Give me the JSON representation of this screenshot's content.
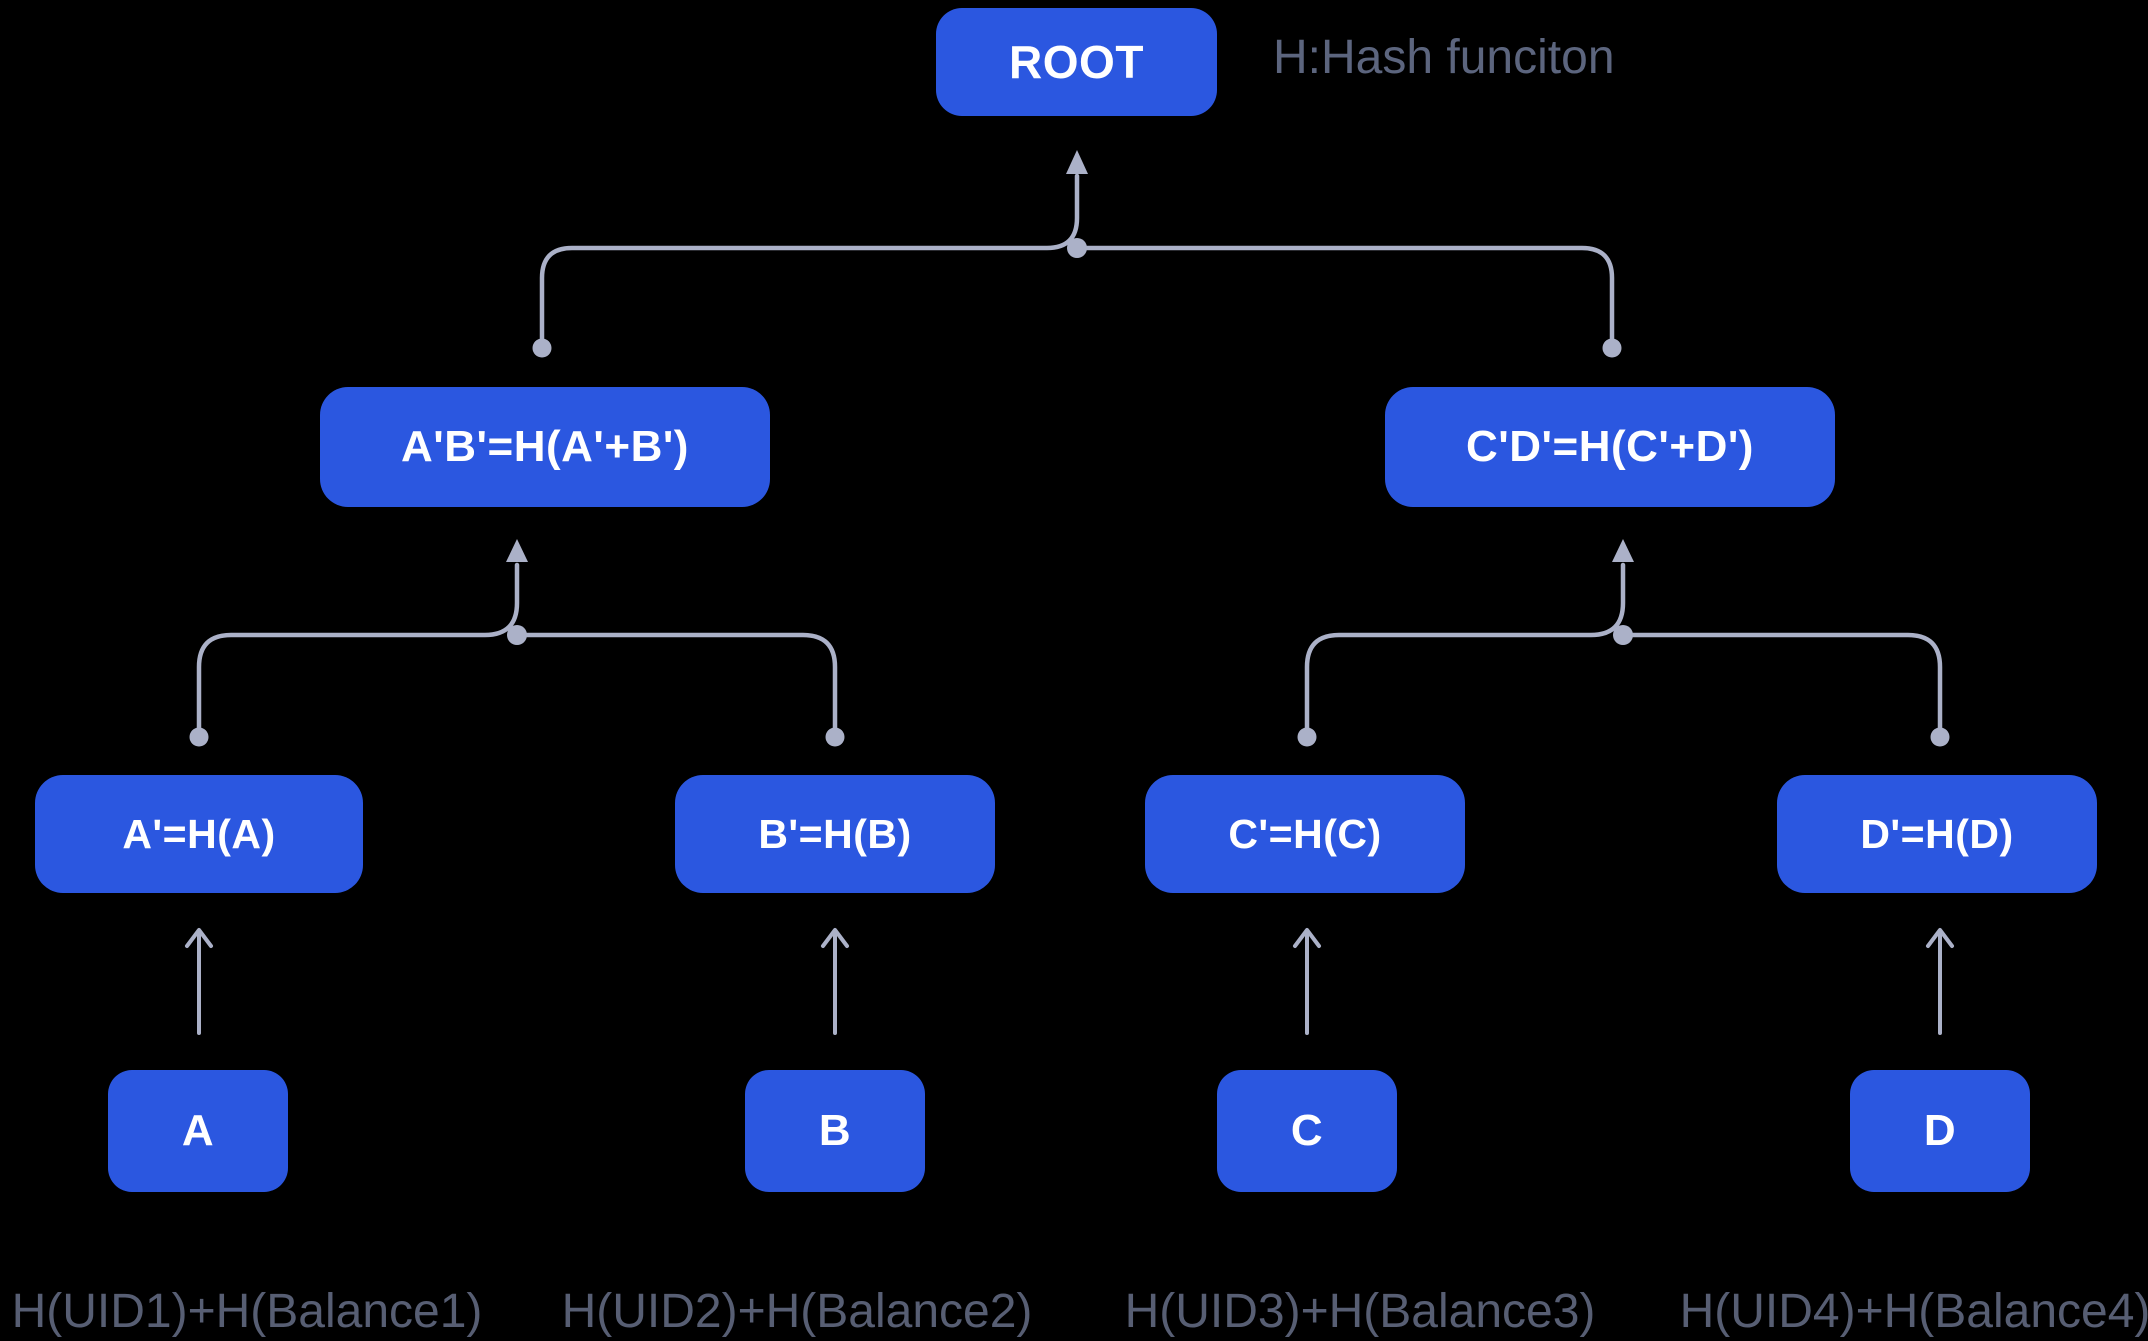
{
  "diagram": {
    "title_note": "H:Hash funciton",
    "type": "merkle-tree"
  },
  "colors": {
    "background": "#000000",
    "node_fill": "#2B57E0",
    "node_text": "#FFFFFF",
    "connector": "#ABB1C8",
    "note_text": "#5C657E",
    "bottom_label_text": "#575E73"
  },
  "nodes": {
    "root": {
      "label": "ROOT"
    },
    "level1": [
      {
        "label": "A'B'=H(A'+B')"
      },
      {
        "label": "C'D'=H(C'+D')"
      }
    ],
    "level2": [
      {
        "label": "A'=H(A)"
      },
      {
        "label": "B'=H(B)"
      },
      {
        "label": "C'=H(C)"
      },
      {
        "label": "D'=H(D)"
      }
    ],
    "leaves": [
      {
        "label": "A"
      },
      {
        "label": "B"
      },
      {
        "label": "C"
      },
      {
        "label": "D"
      }
    ]
  },
  "bottom_labels": [
    "H(UID1)+H(Balance1)",
    "H(UID2)+H(Balance2)",
    "H(UID3)+H(Balance3)",
    "H(UID4)+H(Balance4)"
  ]
}
